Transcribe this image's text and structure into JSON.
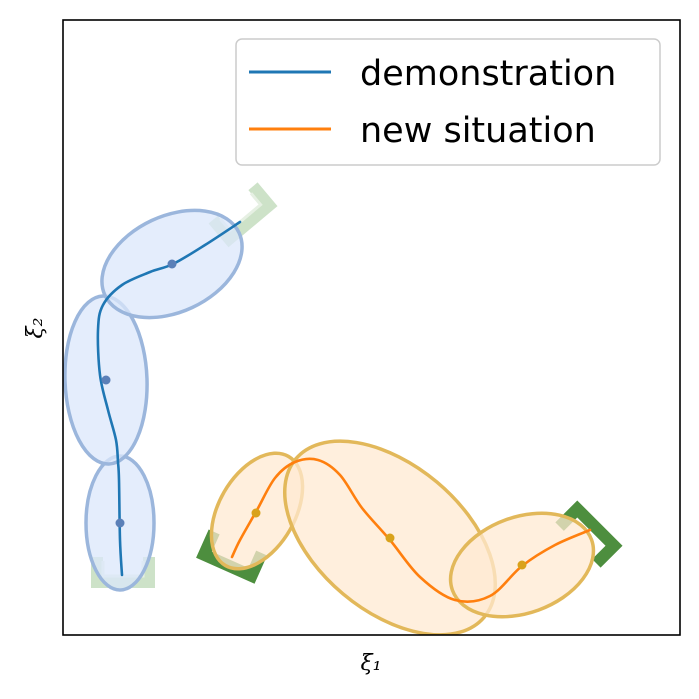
{
  "chart_data": {
    "type": "scatter",
    "title": "",
    "xlabel": "ξ₁",
    "ylabel": "ξ₂",
    "xticks": [],
    "yticks": [],
    "legend_placement": "top-right",
    "grid": false,
    "legend": [
      {
        "label": "demonstration",
        "color": "#1f77b4"
      },
      {
        "label": "new situation",
        "color": "#ff7f0e"
      }
    ],
    "series": [
      {
        "name": "demonstration",
        "color": "#1f77b4",
        "trajectory": [
          [
            122,
            575
          ],
          [
            120,
            540
          ],
          [
            119,
            480
          ],
          [
            118,
            462
          ],
          [
            116,
            440
          ],
          [
            108,
            410
          ],
          [
            100,
            375
          ],
          [
            98,
            330
          ],
          [
            103,
            305
          ],
          [
            122,
            285
          ],
          [
            150,
            272
          ],
          [
            173,
            264
          ],
          [
            205,
            245
          ],
          [
            240,
            222
          ]
        ],
        "gaussian_centers": [
          [
            120,
            523
          ],
          [
            106,
            380
          ],
          [
            172,
            264
          ]
        ],
        "gaussian_ellipses": [
          {
            "cx": 120,
            "cy": 523,
            "rx": 34,
            "ry": 67,
            "angle": 0
          },
          {
            "cx": 106,
            "cy": 380,
            "rx": 41,
            "ry": 84,
            "angle": -2
          },
          {
            "cx": 172,
            "cy": 264,
            "rx": 74,
            "ry": 48,
            "angle": -25
          }
        ],
        "ellipse_fill": "#dbe7fb",
        "ellipse_stroke": "#9bb6dc"
      },
      {
        "name": "new situation",
        "color": "#ff7f0e",
        "trajectory": [
          [
            232,
            557
          ],
          [
            240,
            540
          ],
          [
            257,
            510
          ],
          [
            275,
            478
          ],
          [
            295,
            462
          ],
          [
            318,
            460
          ],
          [
            340,
            475
          ],
          [
            362,
            508
          ],
          [
            390,
            540
          ],
          [
            420,
            577
          ],
          [
            455,
            600
          ],
          [
            490,
            596
          ],
          [
            522,
            566
          ],
          [
            555,
            545
          ],
          [
            590,
            530
          ]
        ],
        "gaussian_centers": [
          [
            256,
            513
          ],
          [
            390,
            538
          ],
          [
            522,
            565
          ]
        ],
        "gaussian_ellipses": [
          {
            "cx": 257,
            "cy": 511,
            "rx": 38,
            "ry": 63,
            "angle": 30
          },
          {
            "cx": 390,
            "cy": 538,
            "rx": 123,
            "ry": 73,
            "angle": 40
          },
          {
            "cx": 522,
            "cy": 565,
            "rx": 74,
            "ry": 48,
            "angle": -20
          }
        ],
        "ellipse_fill": "#ffe9d1",
        "ellipse_stroke": "#e2b85a",
        "center_color": "#d9a21b"
      }
    ],
    "frames": [
      {
        "name": "demo-start",
        "x": 123,
        "y": 574,
        "angle": 0,
        "faded": true
      },
      {
        "name": "demo-goal",
        "x": 244,
        "y": 216,
        "angle": -40,
        "faded": true
      },
      {
        "name": "new-start",
        "x": 231,
        "y": 558,
        "angle": 24,
        "faded": false
      },
      {
        "name": "new-goal",
        "x": 590,
        "y": 533,
        "angle": -135,
        "faded": false
      }
    ],
    "frame_colors": {
      "solid": "#4d8e3e",
      "faded": "#cde2c8"
    }
  }
}
